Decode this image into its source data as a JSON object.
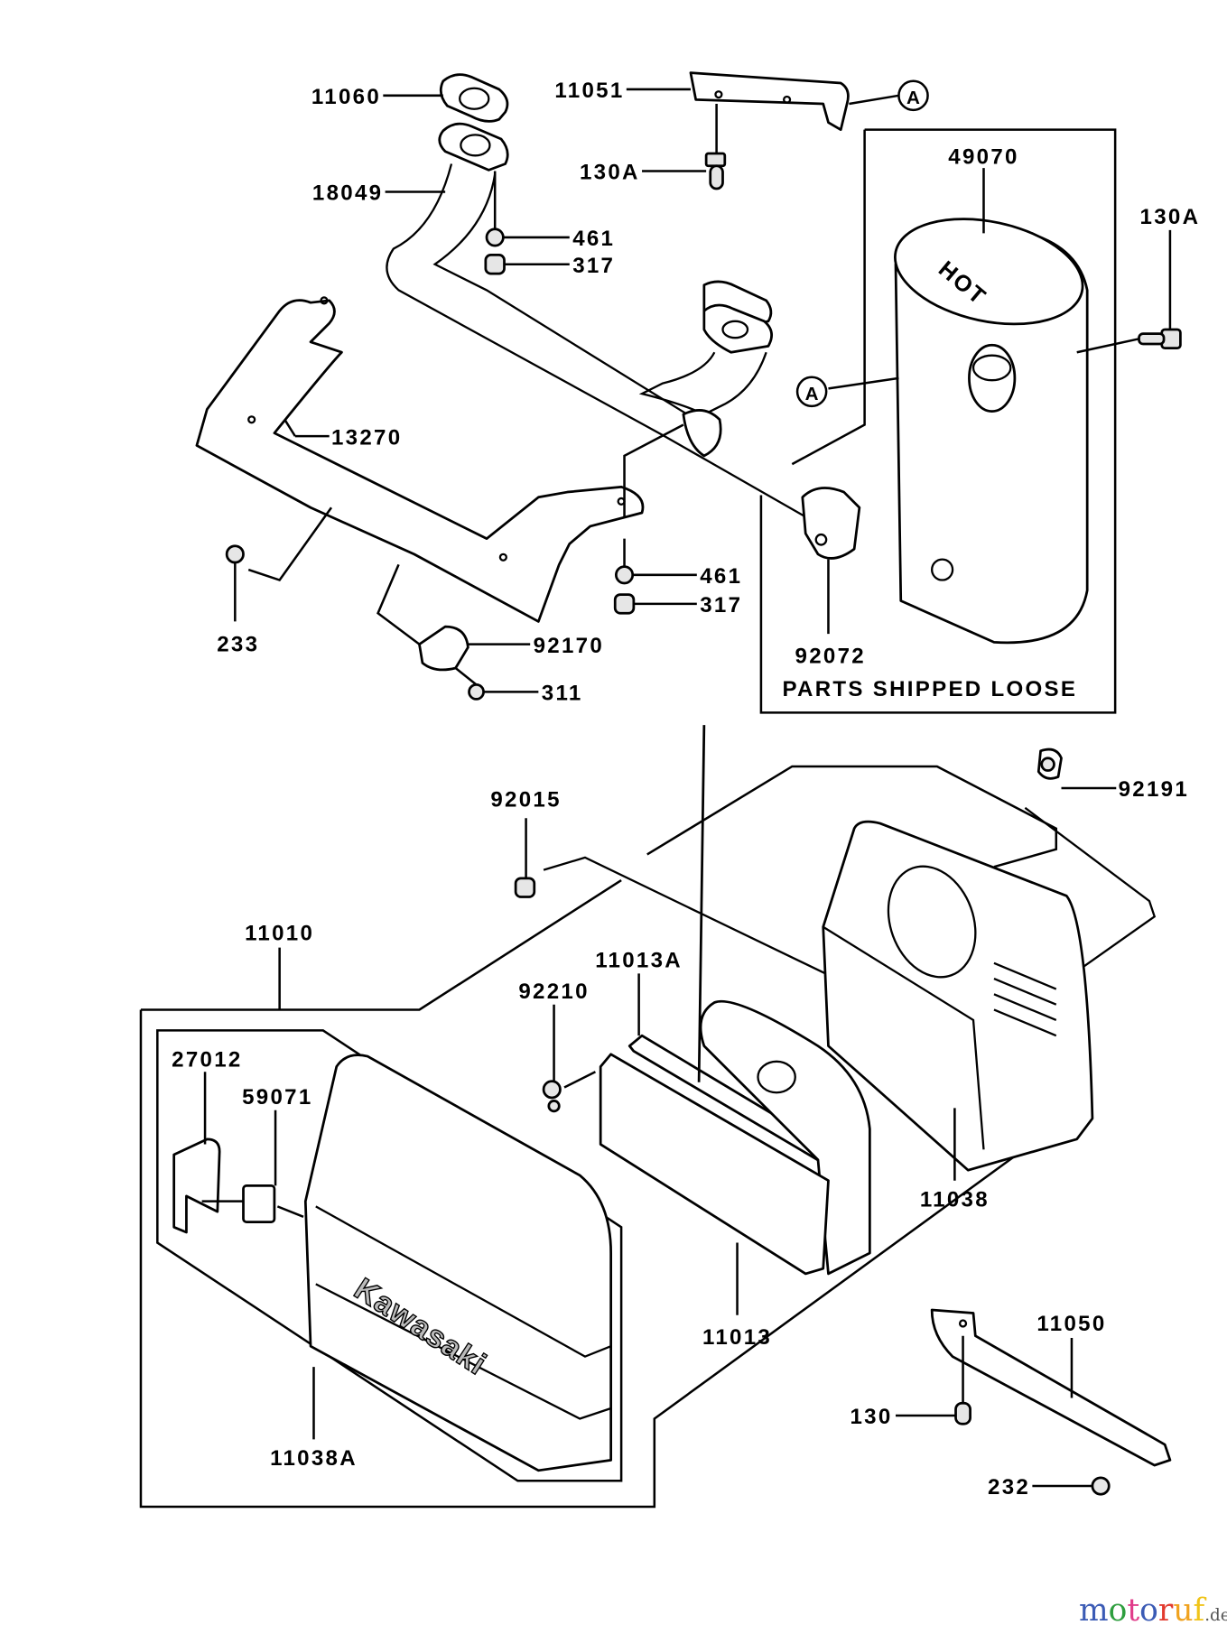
{
  "diagram": {
    "labels": {
      "p11060": "11060",
      "p11051": "11051",
      "p130A_top": "130A",
      "p49070": "49070",
      "p130A_right": "130A",
      "p18049": "18049",
      "p461_top": "461",
      "p317_top": "317",
      "p13270": "13270",
      "p461_mid": "461",
      "p317_mid": "317",
      "p233": "233",
      "p92170": "92170",
      "p311": "311",
      "p92072": "92072",
      "parts_shipped_loose": "PARTS SHIPPED LOOSE",
      "ref_a_top": "A",
      "ref_a_mid": "A",
      "p92015": "92015",
      "p92191": "92191",
      "p11010": "11010",
      "p11013A": "11013A",
      "p92210": "92210",
      "p27012": "27012",
      "p59071": "59071",
      "p11038": "11038",
      "p11013": "11013",
      "p11050": "11050",
      "p130": "130",
      "p11038A": "11038A",
      "p232": "232"
    },
    "part_markings": {
      "muffler_hot": "HOT",
      "cover_brand": "Kawasaki"
    },
    "watermark": {
      "name": "motoruf",
      "tld": ".de",
      "colors": [
        "#3b5bb5",
        "#2e9e3e",
        "#e03c8a",
        "#3b5bb5",
        "#e23b2f",
        "#f0a21e",
        "#f0c419"
      ]
    }
  }
}
